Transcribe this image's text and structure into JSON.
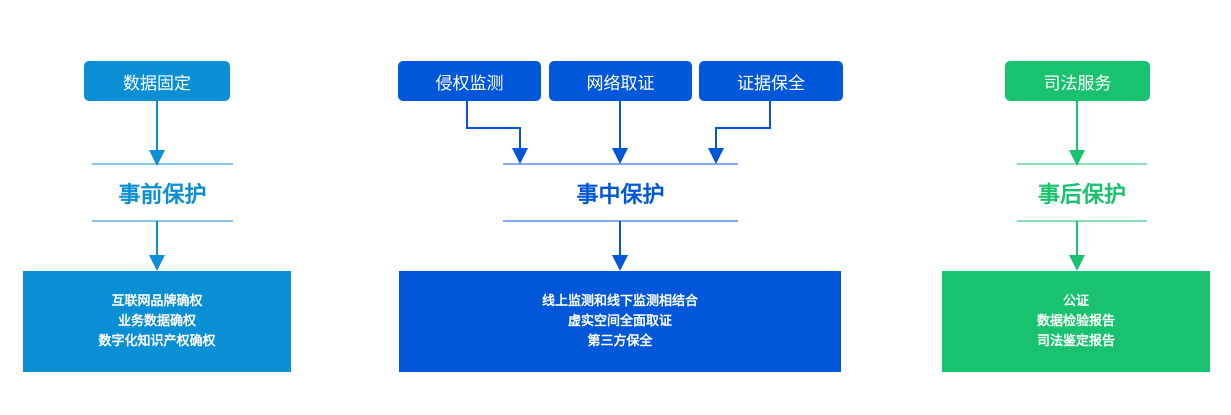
{
  "colors": {
    "before": "#0a8fd4",
    "during": "#0057d9",
    "after": "#19c26e"
  },
  "before": {
    "inputs": [
      "数据固定"
    ],
    "title": "事前保护",
    "items": [
      "互联网品牌确权",
      "业务数据确权",
      "数字化知识产权确权"
    ]
  },
  "during": {
    "inputs": [
      "侵权监测",
      "网络取证",
      "证据保全"
    ],
    "title": "事中保护",
    "items": [
      "线上监测和线下监测相结合",
      "虚实空间全面取证",
      "第三方保全"
    ]
  },
  "after": {
    "inputs": [
      "司法服务"
    ],
    "title": "事后保护",
    "items": [
      "公证",
      "数据检验报告",
      "司法鉴定报告"
    ]
  }
}
